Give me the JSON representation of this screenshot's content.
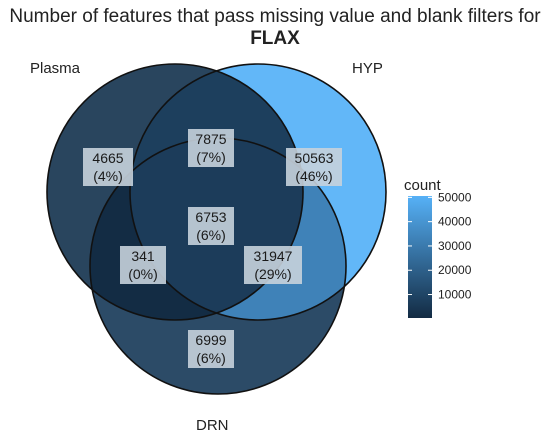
{
  "title": {
    "line1": "Number of features that pass missing value and blank filters for",
    "line2": "FLAX"
  },
  "sets": [
    {
      "name": "Plasma"
    },
    {
      "name": "HYP"
    },
    {
      "name": "DRN"
    }
  ],
  "regions": [
    {
      "id": "plasma-only",
      "count": "4665",
      "pct": "(4%)",
      "value": 4665
    },
    {
      "id": "plasma-hyp",
      "count": "7875",
      "pct": "(7%)",
      "value": 7875
    },
    {
      "id": "hyp-only",
      "count": "50563",
      "pct": "(46%)",
      "value": 50563
    },
    {
      "id": "all-three",
      "count": "6753",
      "pct": "(6%)",
      "value": 6753
    },
    {
      "id": "plasma-drn",
      "count": "341",
      "pct": "(0%)",
      "value": 341
    },
    {
      "id": "hyp-drn",
      "count": "31947",
      "pct": "(29%)",
      "value": 31947
    },
    {
      "id": "drn-only",
      "count": "6999",
      "pct": "(6%)",
      "value": 6999
    }
  ],
  "legend": {
    "title": "count",
    "ticks": [
      "50000",
      "40000",
      "30000",
      "20000",
      "10000"
    ],
    "tick_values": [
      50000,
      40000,
      30000,
      20000,
      10000
    ],
    "min": 341,
    "max": 50563,
    "color_low": "#132b43",
    "color_high": "#56b1f7"
  }
}
